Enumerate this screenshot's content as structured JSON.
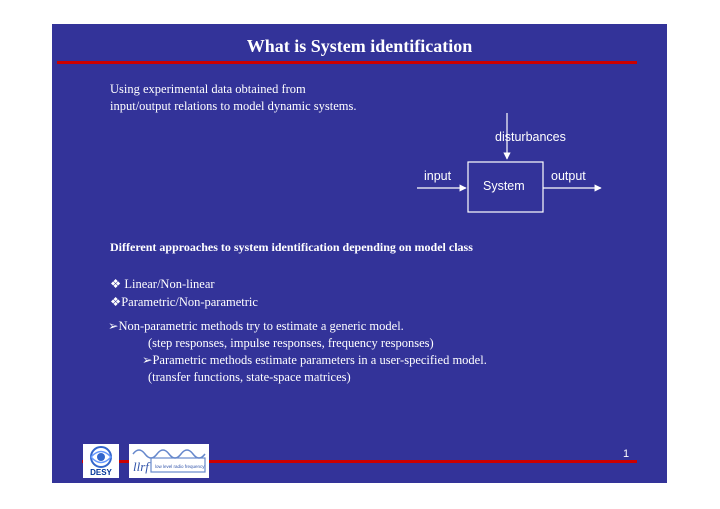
{
  "title": "What is System identification",
  "intro": {
    "line1": "Using experimental data obtained from",
    "line2": "input/output relations to model dynamic systems."
  },
  "diagram": {
    "disturbances": "disturbances",
    "input": "input",
    "output": "output",
    "system": "System"
  },
  "approaches_heading": "Different approaches to system identification depending on model class",
  "model_classes": [
    "❖ Linear/Non-linear",
    "❖Parametric/Non-parametric"
  ],
  "methods": {
    "nonparam": "➢Non-parametric methods try to estimate a generic model.",
    "nonparam_examples": "(step responses, impulse responses, frequency responses)",
    "param": "➢Parametric methods estimate parameters in a user-specified model.",
    "param_examples": "(transfer functions, state-space matrices)"
  },
  "logos": {
    "desy": "DESY",
    "llrf": "llrf",
    "llrf_caption": "low level radio frequency"
  },
  "page_number": "1",
  "colors": {
    "slide_background": "#333399",
    "accent_rule": "#cc0000",
    "text": "#ffffff"
  }
}
